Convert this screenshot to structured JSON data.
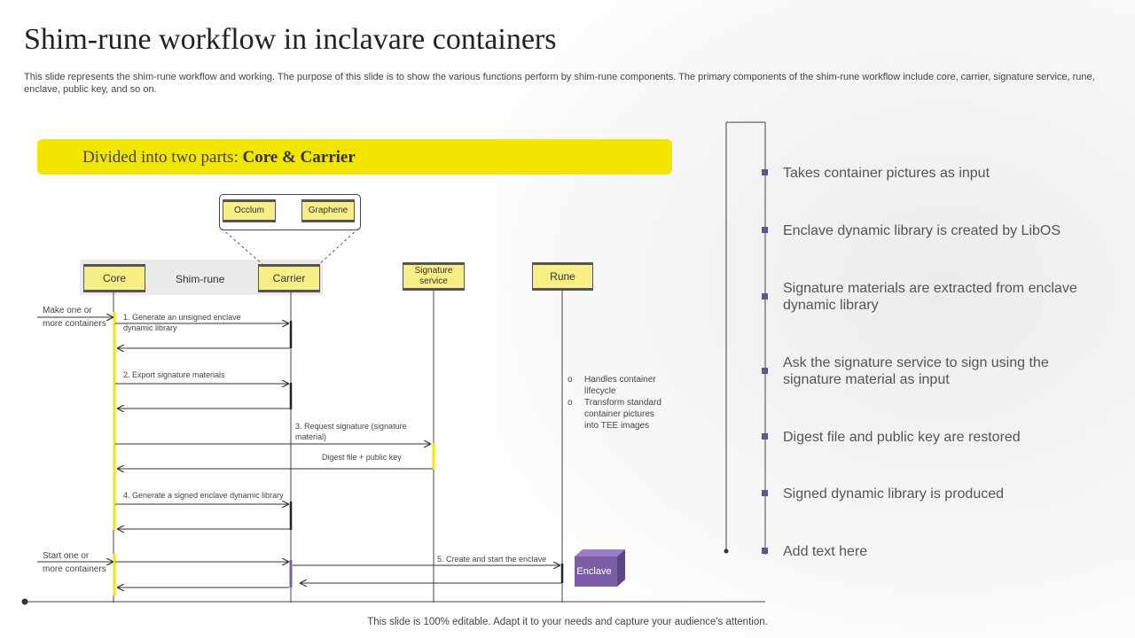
{
  "slide": {
    "title": "Shim-rune workflow in inclavare containers",
    "description": "This slide represents the shim-rune workflow and working. The purpose of this slide is to show the various functions perform by shim-rune components. The primary components of the shim-rune workflow include core, carrier, signature service, rune, enclave, public key,  and so on.",
    "footer": "This slide is 100% editable. Adapt it to your needs and capture your audience's attention."
  },
  "banner": {
    "prefix": "Divided into two parts: ",
    "emphasis": "Core & Carrier"
  },
  "diagram": {
    "popup_items": [
      "Occlum",
      "Graphene"
    ],
    "group_label": "Shim-rune",
    "lifelines": {
      "core": "Core",
      "carrier": "Carrier",
      "signature_line1": "Signature",
      "signature_line2": "service",
      "rune": "Rune"
    },
    "inputs": {
      "make_line1": "Make one or",
      "make_line2": "more containers",
      "start_line1": "Start one or",
      "start_line2": "more containers"
    },
    "messages": {
      "m1_line1": "1. Generate an unsigned enclave",
      "m1_line2": "dynamic library",
      "m2": "2. Export signature materials",
      "m3_line1": "3. Request signature (signature",
      "m3_line2": "material)",
      "m3_return": "Digest file + public key",
      "m4": "4. Generate a signed enclave dynamic library",
      "m5": "5. Create and start the enclave"
    },
    "rune_notes": {
      "bullet": "o",
      "note1_line1": "Handles container",
      "note1_line2": "lifecycle",
      "note2_line1": "Transform standard",
      "note2_line2": "container pictures",
      "note2_line3": "into TEE  images"
    },
    "enclave": "Enclave"
  },
  "timeline": [
    {
      "line1": "Takes container pictures as input",
      "line2": ""
    },
    {
      "line1": "Enclave dynamic library is created by LibOS",
      "line2": ""
    },
    {
      "line1": "Signature materials are extracted from enclave",
      "line2": "dynamic library"
    },
    {
      "line1": "Ask the signature service to sign using the",
      "line2": "signature material as input"
    },
    {
      "line1": "Digest file and public key are restored",
      "line2": ""
    },
    {
      "line1": "Signed dynamic library is produced",
      "line2": ""
    },
    {
      "line1": "Add text here",
      "line2": ""
    }
  ],
  "colors": {
    "accent_yellow": "#f2e500",
    "box_yellow": "#f7ee86",
    "purple": "#7b5ea7",
    "marker_purple": "#6b4f8f"
  }
}
